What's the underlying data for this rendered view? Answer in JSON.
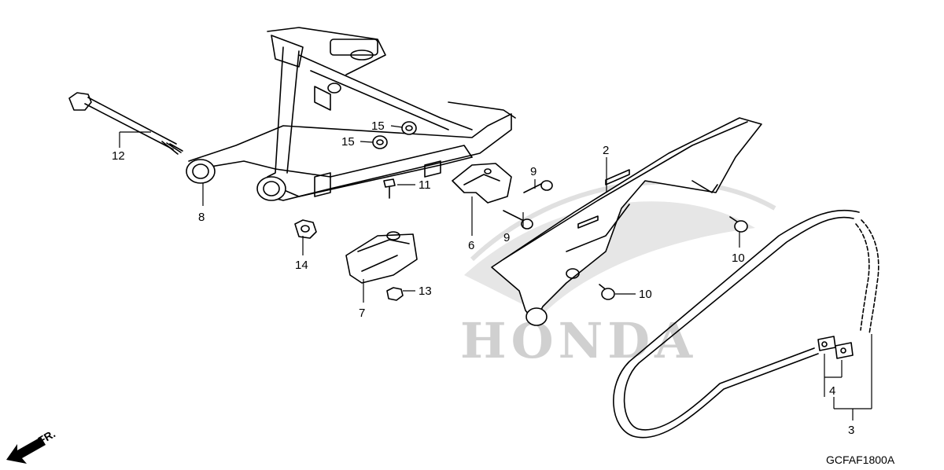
{
  "diagram": {
    "code": "GCFAF1800A",
    "direction_label": "FR.",
    "watermark": "HONDA",
    "callouts": {
      "c1": "15",
      "c2": "15",
      "c3": "12",
      "c4": "8",
      "c5": "14",
      "c6": "11",
      "c7": "13",
      "c8": "7",
      "c9": "6",
      "c10": "9",
      "c11": "9",
      "c12": "2",
      "c13": "10",
      "c14": "10",
      "c15": "4",
      "c16": "3"
    }
  }
}
